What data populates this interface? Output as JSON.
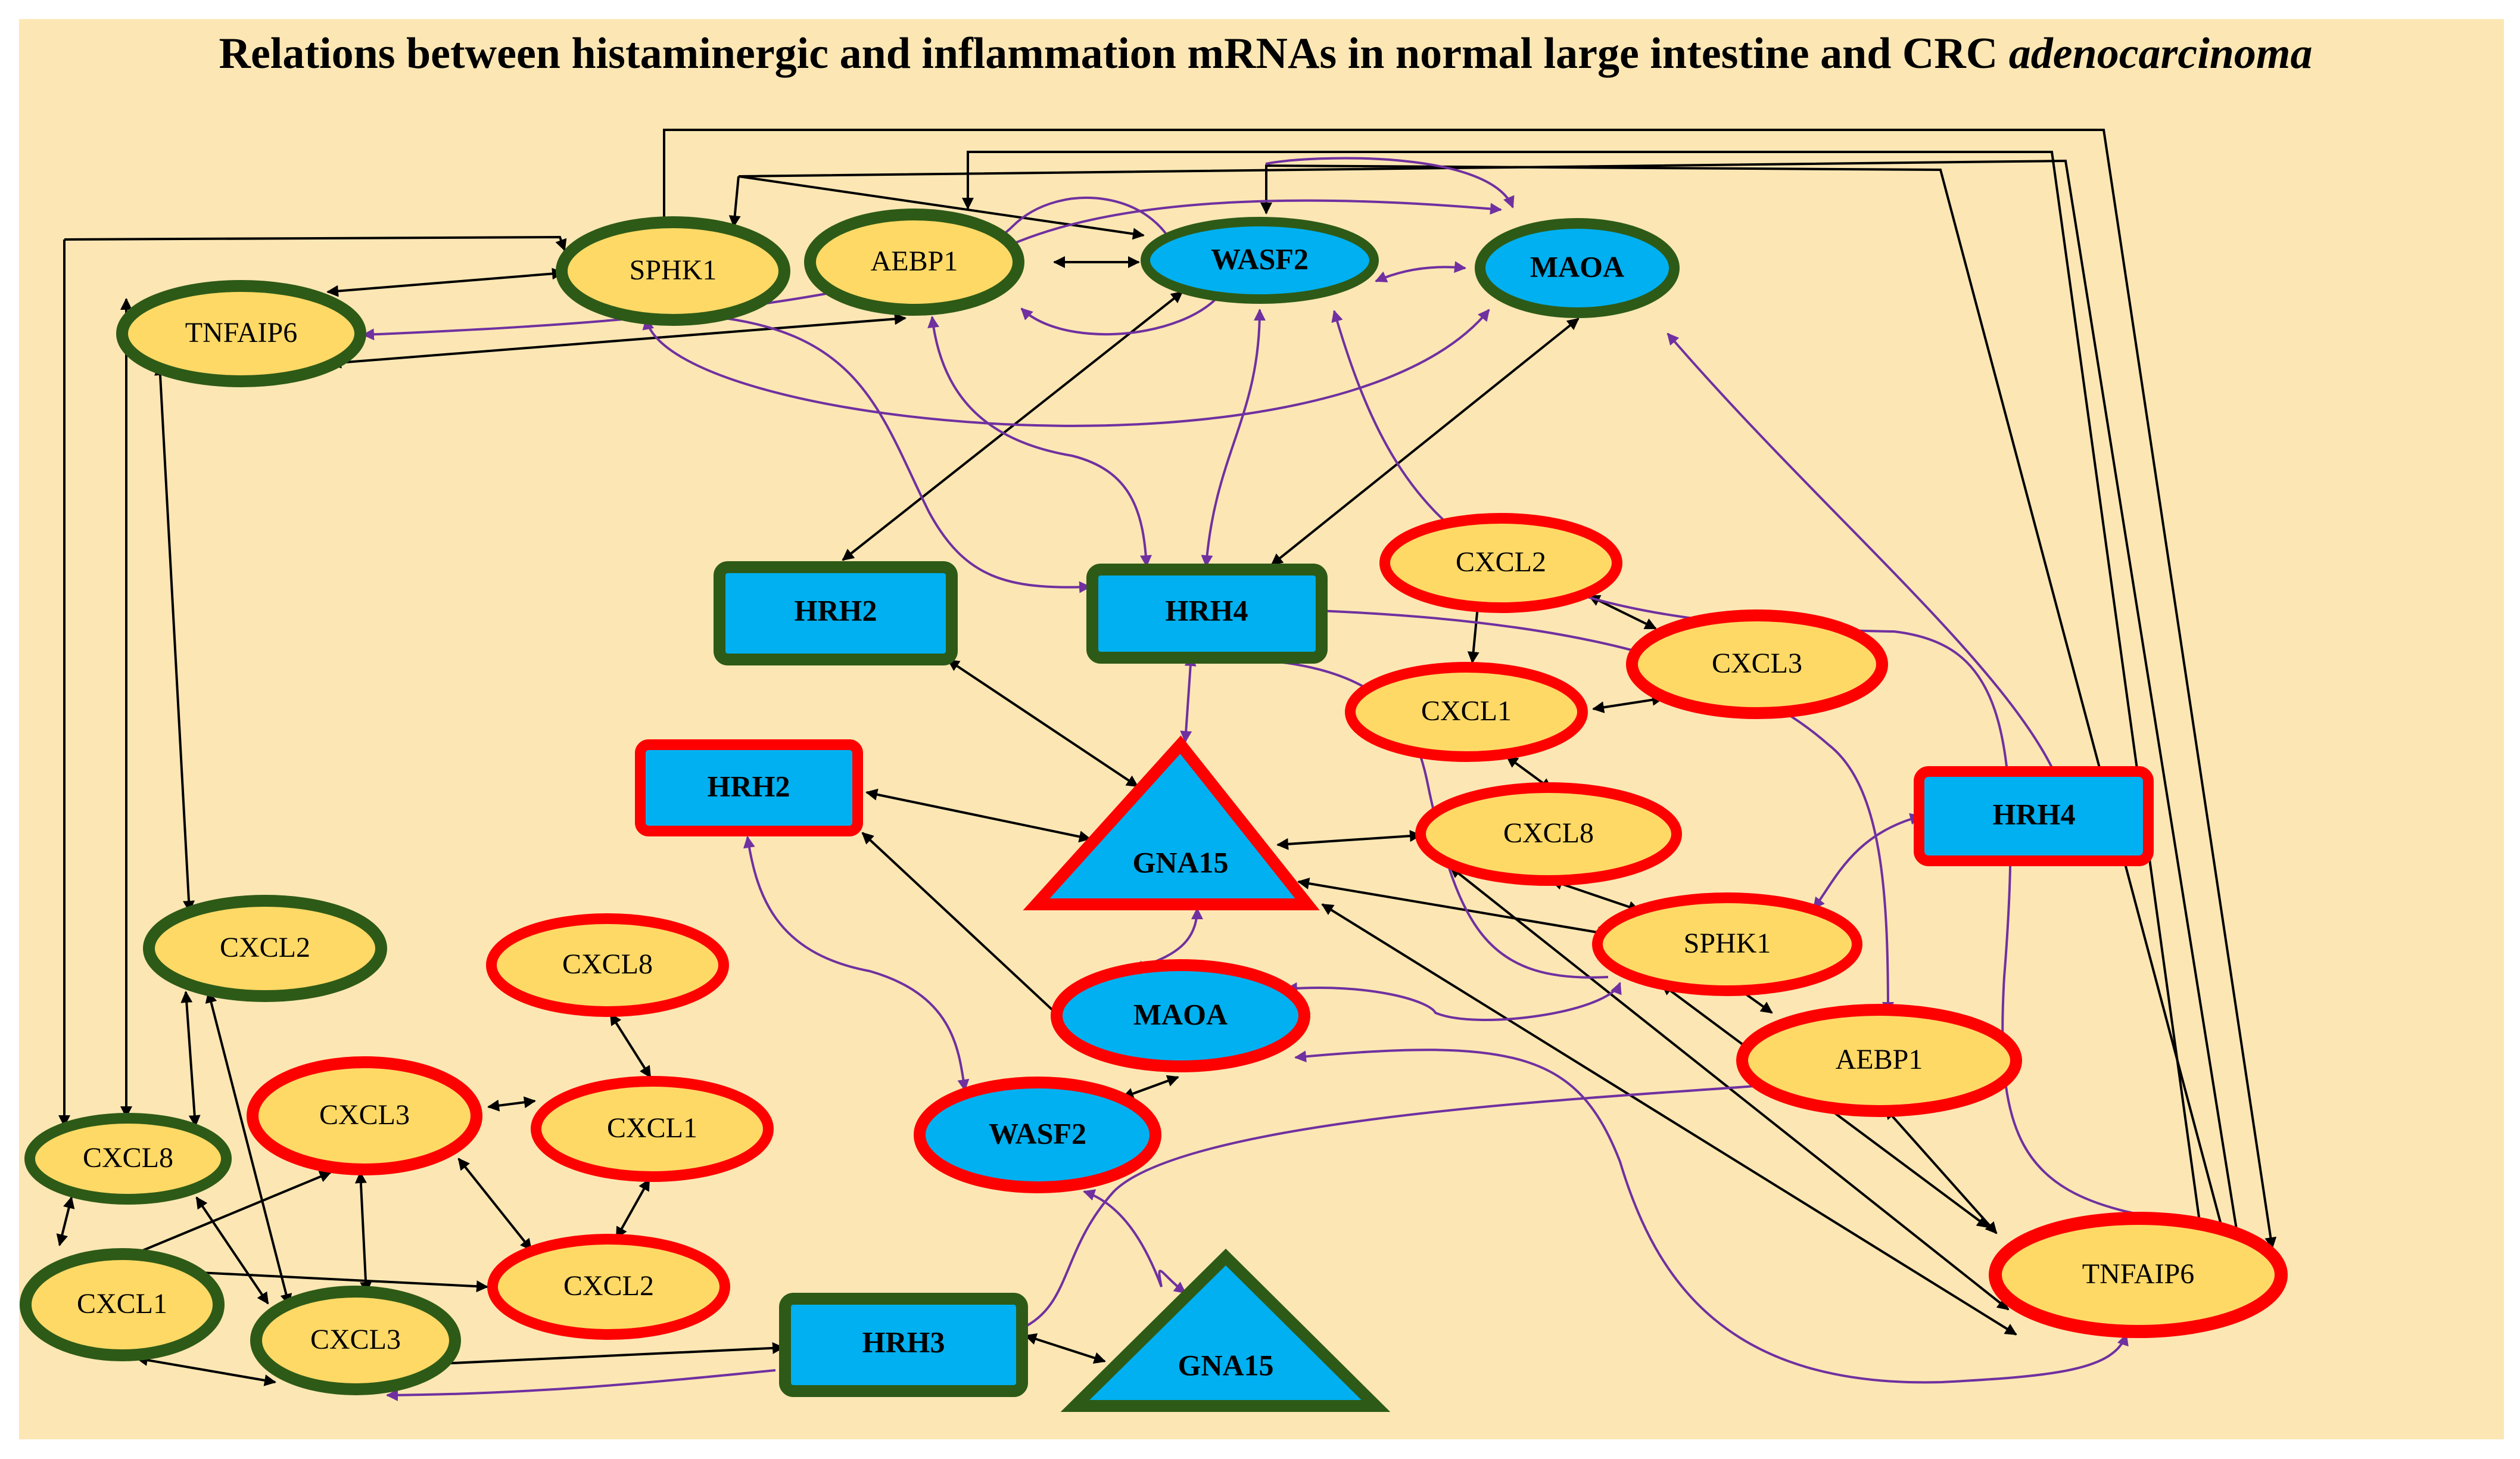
{
  "title": {
    "main": "Relations between histaminergic and inflammation  mRNAs in normal large intestine and CRC ",
    "emphasis": "adenocarcinoma"
  },
  "colors": {
    "canvas": "#FCE7B4",
    "gene_yellow": "#FFD966",
    "gene_blue": "#00B0F0",
    "normal_border": "#2E5A17",
    "tumor_border": "#FF0000",
    "edge_black": "#000000",
    "edge_purple": "#7030A0"
  },
  "nodes": {
    "n_sphk1": "SPHK1",
    "n_aebp1": "AEBP1",
    "n_wasf2": "WASF2",
    "n_maoa": "MAOA",
    "n_tnfaip6": "TNFAIP6",
    "n_hrh2": "HRH2",
    "n_hrh4": "HRH4",
    "n_cxcl2": "CXCL2",
    "n_cxcl8": "CXCL8",
    "n_cxcl1": "CXCL1",
    "n_cxcl3": "CXCL3",
    "n_hrh3": "HRH3",
    "n_gna15": "GNA15",
    "t_cxcl2": "CXCL2",
    "t_cxcl3": "CXCL3",
    "t_cxcl1": "CXCL1",
    "t_hrh4": "HRH4",
    "t_hrh2": "HRH2",
    "t_gna15": "GNA15",
    "t_cxcl8": "CXCL8",
    "t_sphk1": "SPHK1",
    "t_maoa": "MAOA",
    "t_aebp1": "AEBP1",
    "t_wasf2": "WASF2",
    "t_tnfaip6": "TNFAIP6",
    "t_cxcl8b": "CXCL8",
    "t_cxcl3b": "CXCL3",
    "t_cxcl1b": "CXCL1",
    "t_cxcl2b": "CXCL2"
  }
}
